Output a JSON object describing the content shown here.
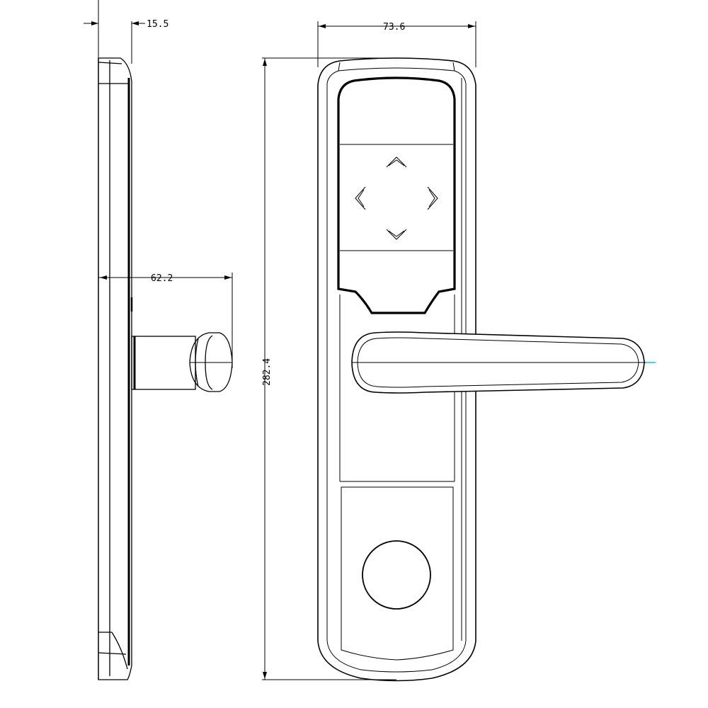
{
  "drawing": {
    "subject": "Electronic door lock with lever handle — technical drawing",
    "views": [
      "side-view",
      "front-view"
    ],
    "line_color": "#000000",
    "background": "#ffffff",
    "accent_marker_color": "#00c8d8"
  },
  "dimensions": {
    "side_thickness": "15.5",
    "handle_projection": "62.2",
    "front_width": "73.6",
    "overall_height": "282.4"
  },
  "front_view": {
    "keypad_arrows": [
      "up",
      "left",
      "right",
      "down"
    ]
  }
}
